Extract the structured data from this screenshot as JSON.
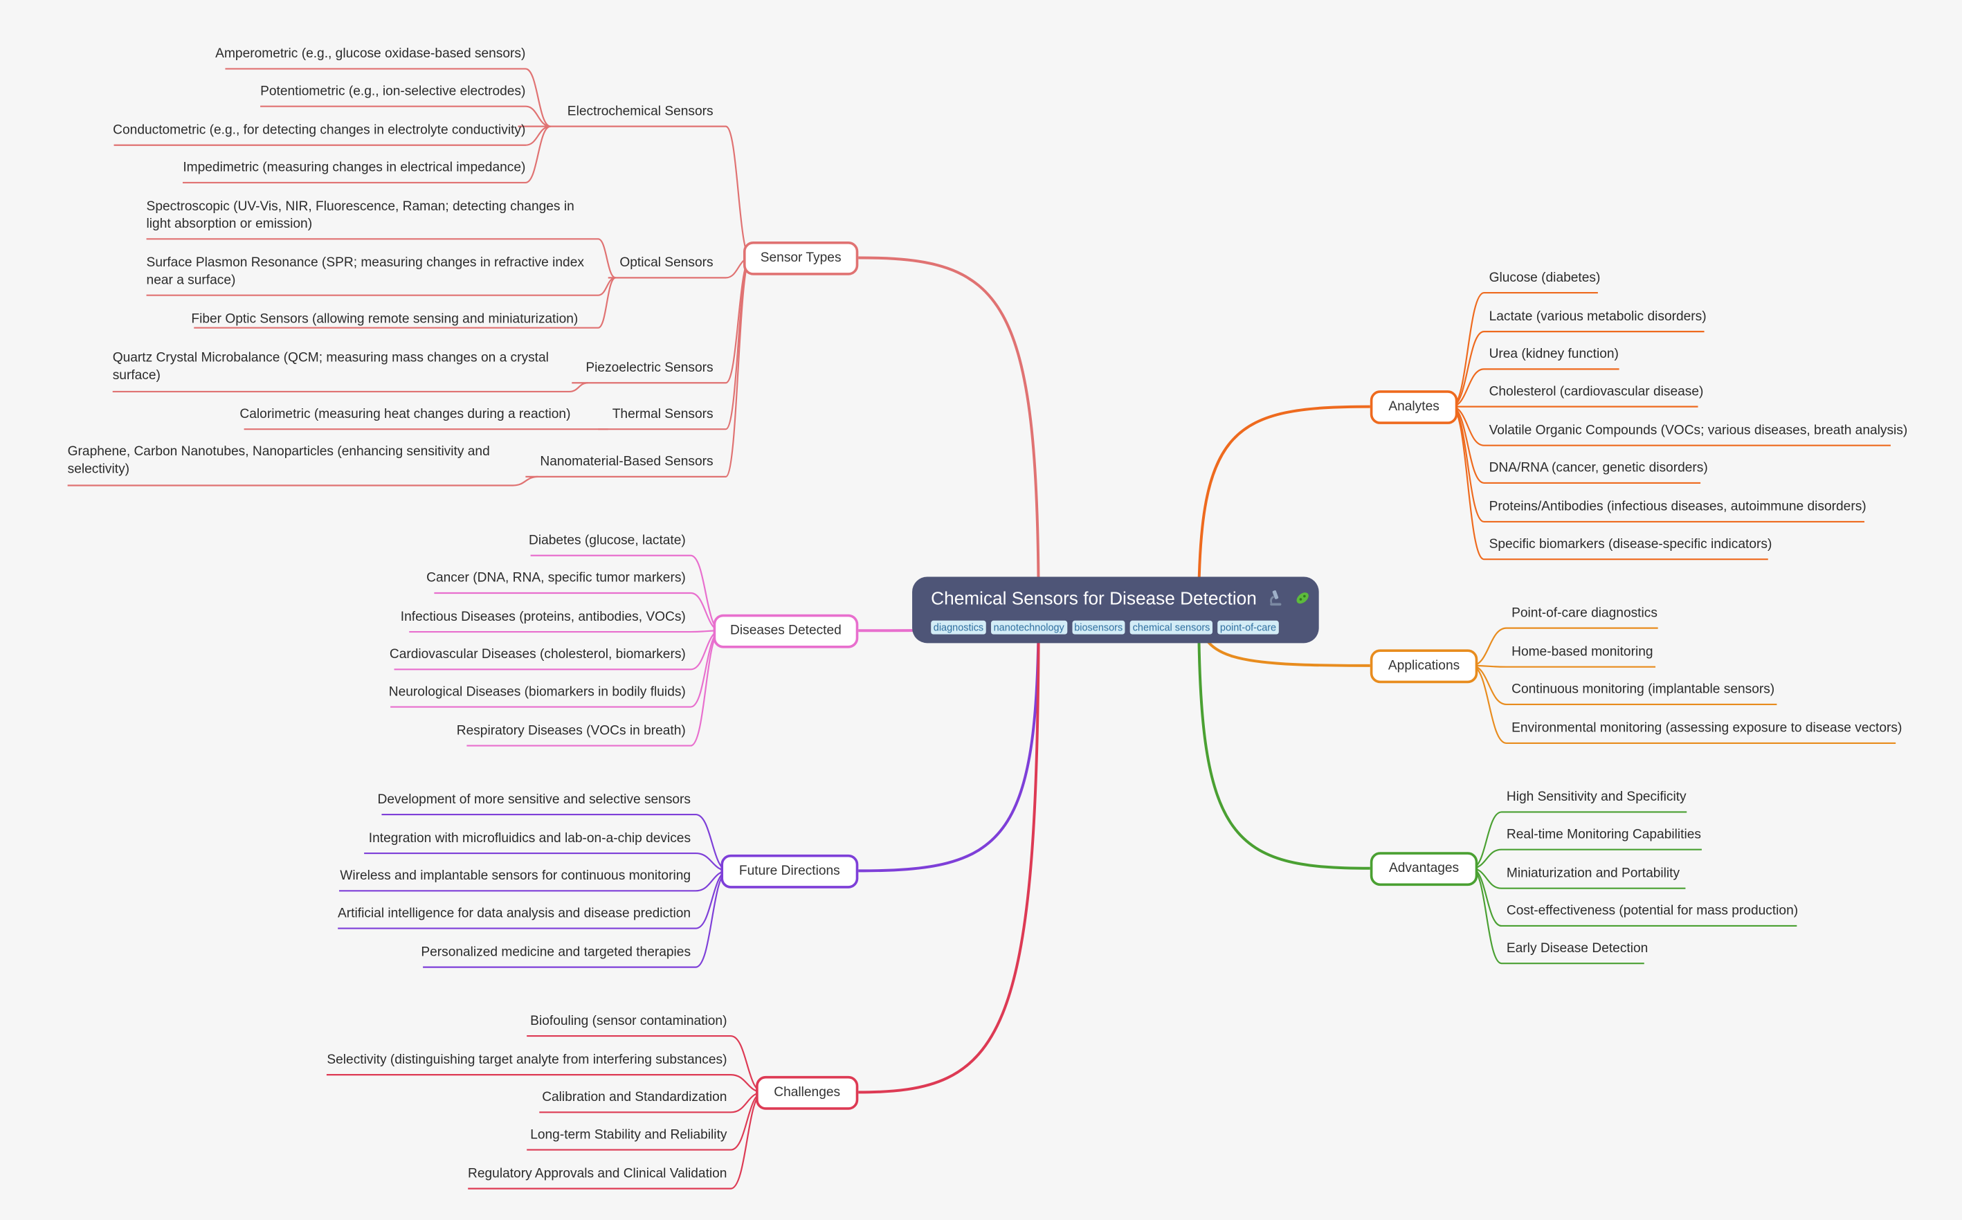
{
  "root": {
    "title": "Chemical Sensors for Disease Detection",
    "icons": [
      "microscope-icon",
      "microbe-icon"
    ],
    "tags": [
      "diagnostics",
      "nanotechnology",
      "biosensors",
      "chemical sensors",
      "point-of-care"
    ]
  },
  "colors": {
    "sensor_types": "#e07272",
    "diseases": "#e86fce",
    "future": "#7e3fd8",
    "challenges": "#dd3a54",
    "analytes": "#ee6a1e",
    "applications": "#e88c1e",
    "advantages": "#4aa032",
    "root_bg": "#4e5577",
    "tag_bg": "#d3ecf6"
  },
  "branches": {
    "sensor_types": {
      "label": "Sensor Types",
      "electrochemical": {
        "label": "Electrochemical Sensors",
        "items": [
          "Amperometric (e.g., glucose oxidase-based sensors)",
          "Potentiometric (e.g., ion-selective electrodes)",
          "Conductometric (e.g., for detecting changes in electrolyte conductivity)",
          "Impedimetric (measuring changes in electrical impedance)"
        ]
      },
      "optical": {
        "label": "Optical Sensors",
        "items": [
          "Spectroscopic (UV-Vis, NIR, Fluorescence, Raman; detecting changes in\nlight absorption or emission)",
          "Surface Plasmon Resonance (SPR; measuring changes in refractive index\nnear a surface)",
          "Fiber Optic Sensors (allowing remote sensing and miniaturization)"
        ]
      },
      "piezoelectric": {
        "label": "Piezoelectric Sensors",
        "items": [
          "Quartz Crystal Microbalance (QCM; measuring mass changes on a crystal\nsurface)"
        ]
      },
      "thermal": {
        "label": "Thermal Sensors",
        "items": [
          "Calorimetric (measuring heat changes during a reaction)"
        ]
      },
      "nanomaterial": {
        "label": "Nanomaterial-Based Sensors",
        "items": [
          "Graphene, Carbon Nanotubes, Nanoparticles (enhancing sensitivity and\nselectivity)"
        ]
      }
    },
    "diseases": {
      "label": "Diseases Detected",
      "items": [
        "Diabetes (glucose, lactate)",
        "Cancer (DNA, RNA, specific tumor markers)",
        "Infectious Diseases (proteins, antibodies, VOCs)",
        "Cardiovascular Diseases (cholesterol, biomarkers)",
        "Neurological Diseases (biomarkers in bodily fluids)",
        "Respiratory Diseases (VOCs in breath)"
      ]
    },
    "future": {
      "label": "Future Directions",
      "items": [
        "Development of more sensitive and selective sensors",
        "Integration with microfluidics and lab-on-a-chip devices",
        "Wireless and implantable sensors for continuous monitoring",
        "Artificial intelligence for data analysis and disease prediction",
        "Personalized medicine and targeted therapies"
      ]
    },
    "challenges": {
      "label": "Challenges",
      "items": [
        "Biofouling (sensor contamination)",
        "Selectivity (distinguishing target analyte from interfering substances)",
        "Calibration and Standardization",
        "Long-term Stability and Reliability",
        "Regulatory Approvals and Clinical Validation"
      ]
    },
    "analytes": {
      "label": "Analytes",
      "items": [
        "Glucose (diabetes)",
        "Lactate (various metabolic disorders)",
        "Urea (kidney function)",
        "Cholesterol (cardiovascular disease)",
        "Volatile Organic Compounds (VOCs; various diseases, breath analysis)",
        "DNA/RNA (cancer, genetic disorders)",
        "Proteins/Antibodies (infectious diseases, autoimmune disorders)",
        "Specific biomarkers (disease-specific indicators)"
      ]
    },
    "applications": {
      "label": "Applications",
      "items": [
        "Point-of-care diagnostics",
        "Home-based monitoring",
        "Continuous monitoring (implantable sensors)",
        "Environmental monitoring (assessing exposure to disease vectors)"
      ]
    },
    "advantages": {
      "label": "Advantages",
      "items": [
        "High Sensitivity and Specificity",
        "Real-time Monitoring Capabilities",
        "Miniaturization and Portability",
        "Cost-effectiveness (potential for mass production)",
        "Early Disease Detection"
      ]
    }
  }
}
